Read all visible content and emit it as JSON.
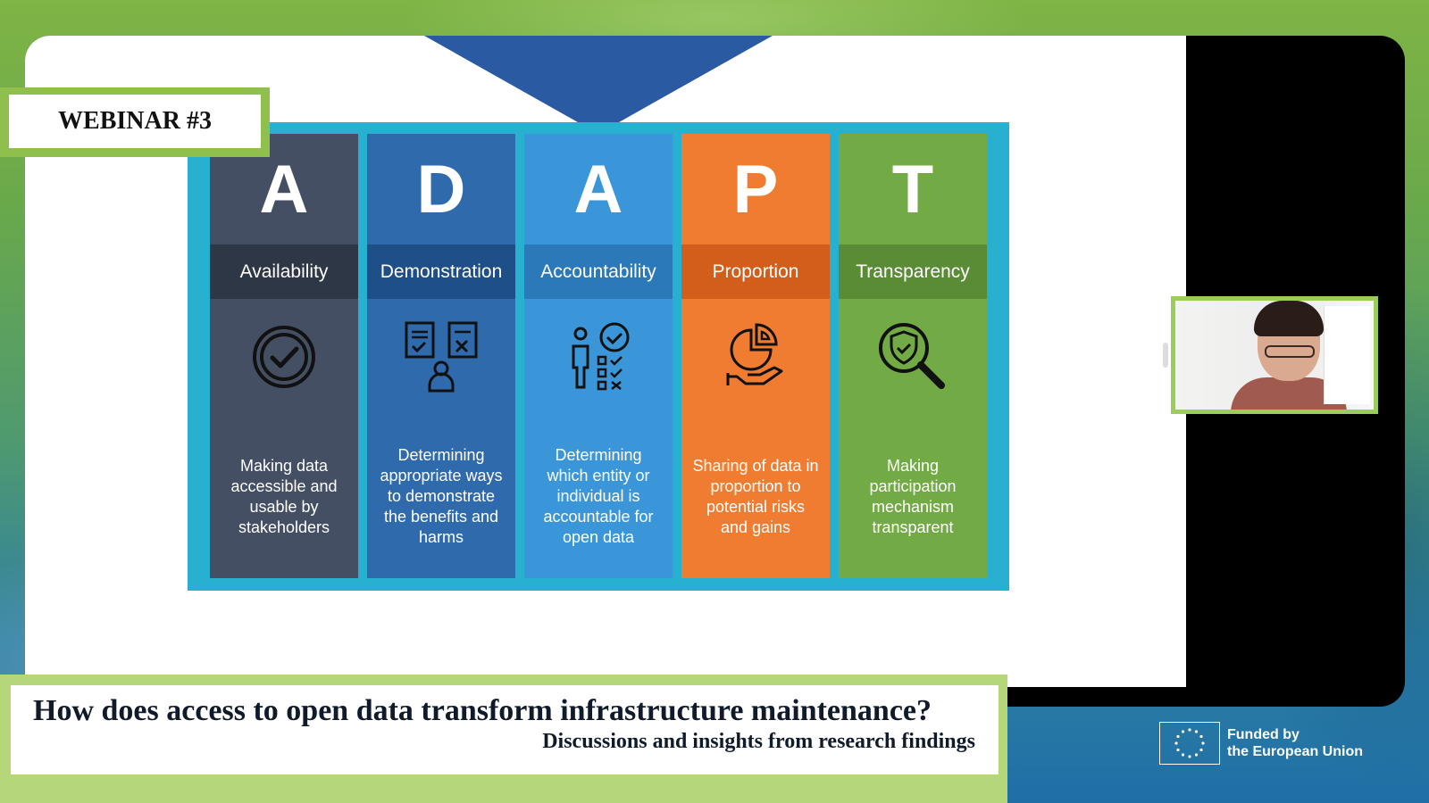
{
  "webinar_label": "WEBINAR #3",
  "slide": {
    "columns": [
      {
        "letter": "A",
        "word": "Availability",
        "description": "Making data accessible and usable by stakeholders",
        "icon": "check-circle-icon",
        "color_top": "#444f63",
        "color_mid": "#2e3746",
        "color_bottom": "#444f63"
      },
      {
        "letter": "D",
        "word": "Demonstration",
        "description": "Determining appropriate ways to demonstrate the benefits and harms",
        "icon": "documents-person-icon",
        "color_top": "#2f6aad",
        "color_mid": "#1f4f88",
        "color_bottom": "#2f6aad"
      },
      {
        "letter": "A",
        "word": "Accountability",
        "description": "Determining which entity or individual is accountable for open data",
        "icon": "person-checklist-icon",
        "color_top": "#3a96d8",
        "color_mid": "#2b79b8",
        "color_bottom": "#3a96d8"
      },
      {
        "letter": "P",
        "word": "Proportion",
        "description": "Sharing of data in proportion to potential risks and gains",
        "icon": "pie-chart-hand-icon",
        "color_top": "#ef7c30",
        "color_mid": "#d35e1b",
        "color_bottom": "#ef7c30"
      },
      {
        "letter": "T",
        "word": "Transparency",
        "description": "Making participation mechanism transparent",
        "icon": "shield-magnifier-icon",
        "color_top": "#72aa45",
        "color_mid": "#5a8c35",
        "color_bottom": "#72aa45"
      }
    ]
  },
  "title": {
    "main": "How does access to open data transform infrastructure maintenance?",
    "sub": "Discussions and insights from research findings"
  },
  "funding": {
    "line1": "Funded by",
    "line2": "the European Union"
  }
}
